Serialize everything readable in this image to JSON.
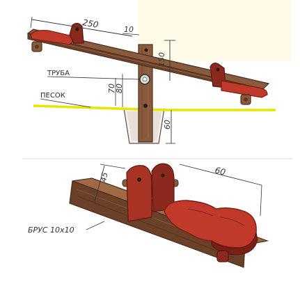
{
  "labels": {
    "width_250": "250",
    "thickness_10": "10",
    "height_150": "150",
    "pipe": "ТРУБА",
    "sand": "ПЕСОК",
    "dim_70": "70",
    "dim_80": "80",
    "depth_60": "60",
    "support_45": "45",
    "seat_60": "60",
    "beam": "БРУС 10x10"
  },
  "colors": {
    "wood": "#8a5a3c",
    "wood_dark": "#5a3a26",
    "seat_red": "#c0392b",
    "seat_dark": "#7a1f15",
    "sand_line": "#e6e600",
    "shadow_panel": "#fff8e0",
    "dim_line": "#333333"
  }
}
